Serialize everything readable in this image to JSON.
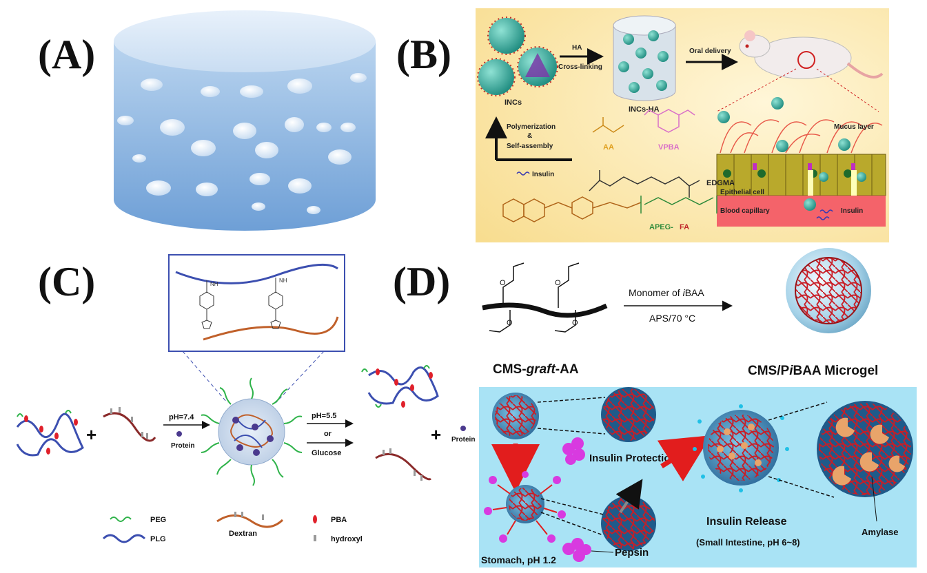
{
  "panels": {
    "a": {
      "label": "(A)"
    },
    "b": {
      "label": "(B)",
      "ha": "HA",
      "crosslinking": "Cross-linking",
      "oral_delivery": "Oral delivery",
      "incs": "INCs",
      "incs_ha": "INCs-HA",
      "polymerization": "Polymerization",
      "amp": "&",
      "self_assembly": "Self-assembly",
      "insulin_legend": "Insulin",
      "aa": "AA",
      "vpba": "VPBA",
      "edgma": "EDGMA",
      "apeg": "APEG-",
      "fa": "FA",
      "mucus_layer": "Mucus layer",
      "epithelial_cell": "Epithelial cell",
      "blood_capillary": "Blood capillary",
      "insulin": "Insulin",
      "colors": {
        "background": "#fbe7a8",
        "blood": "#f4636a",
        "epithelium": "#b9a92c"
      }
    },
    "c": {
      "label": "(C)",
      "ph74": "pH=7.4",
      "protein1": "Protein",
      "ph55": "pH=5.5",
      "or": "or",
      "glucose": "Glucose",
      "plus1": "+",
      "plus2": "+",
      "protein2": "Protein",
      "legend": {
        "peg": "PEG",
        "plg": "PLG",
        "dextran": "Dextran",
        "pba": "PBA",
        "hydroxyl": "hydroxyl"
      },
      "colors": {
        "peg": "#2fb34a",
        "plg": "#3c4fb0",
        "dextran": "#c0602a",
        "pba": "#e0202a"
      }
    },
    "d": {
      "label": "(D)",
      "monomer_prefix": "Monomer of ",
      "monomer_italic": "i",
      "monomer_suffix": "BAA",
      "aps": "APS/70 °C",
      "cms_prefix": "CMS-",
      "cms_italic": "graft",
      "cms_suffix": "-AA",
      "microgel_prefix": "CMS/P",
      "microgel_italic": "i",
      "microgel_suffix": "BAA Microgel",
      "insulin_protection": "Insulin Protection",
      "insulin_release": "Insulin Release",
      "small_intestine": "(Small Intestine, pH 6~8)",
      "amylase": "Amylase",
      "pepsin": "Pepsin",
      "stomach": "Stomach, pH 1.2",
      "colors": {
        "background": "#a9e3f5",
        "network": "#d1202a",
        "pepsin": "#d83ae0",
        "amylase": "#e9a46a"
      }
    }
  }
}
